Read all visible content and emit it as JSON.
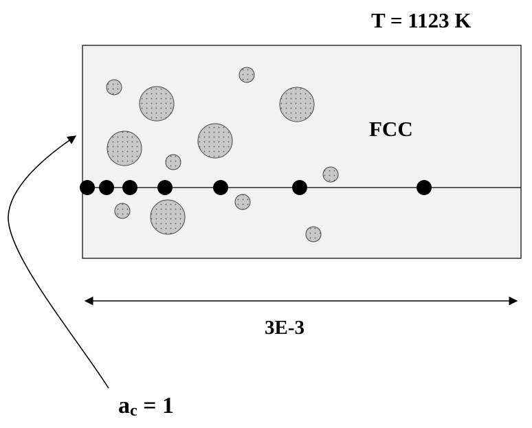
{
  "labels": {
    "temperature": "T = 1123 K",
    "phase": "FCC",
    "width": "3E-3",
    "activity_symbol": "a",
    "activity_subscript": "c",
    "activity_value": " = 1"
  },
  "colors": {
    "matrix_fill": "#f2f2f2",
    "precipitate_fill": "#c8c8c8",
    "boundary_particle": "#000000",
    "stroke": "#000000"
  }
}
